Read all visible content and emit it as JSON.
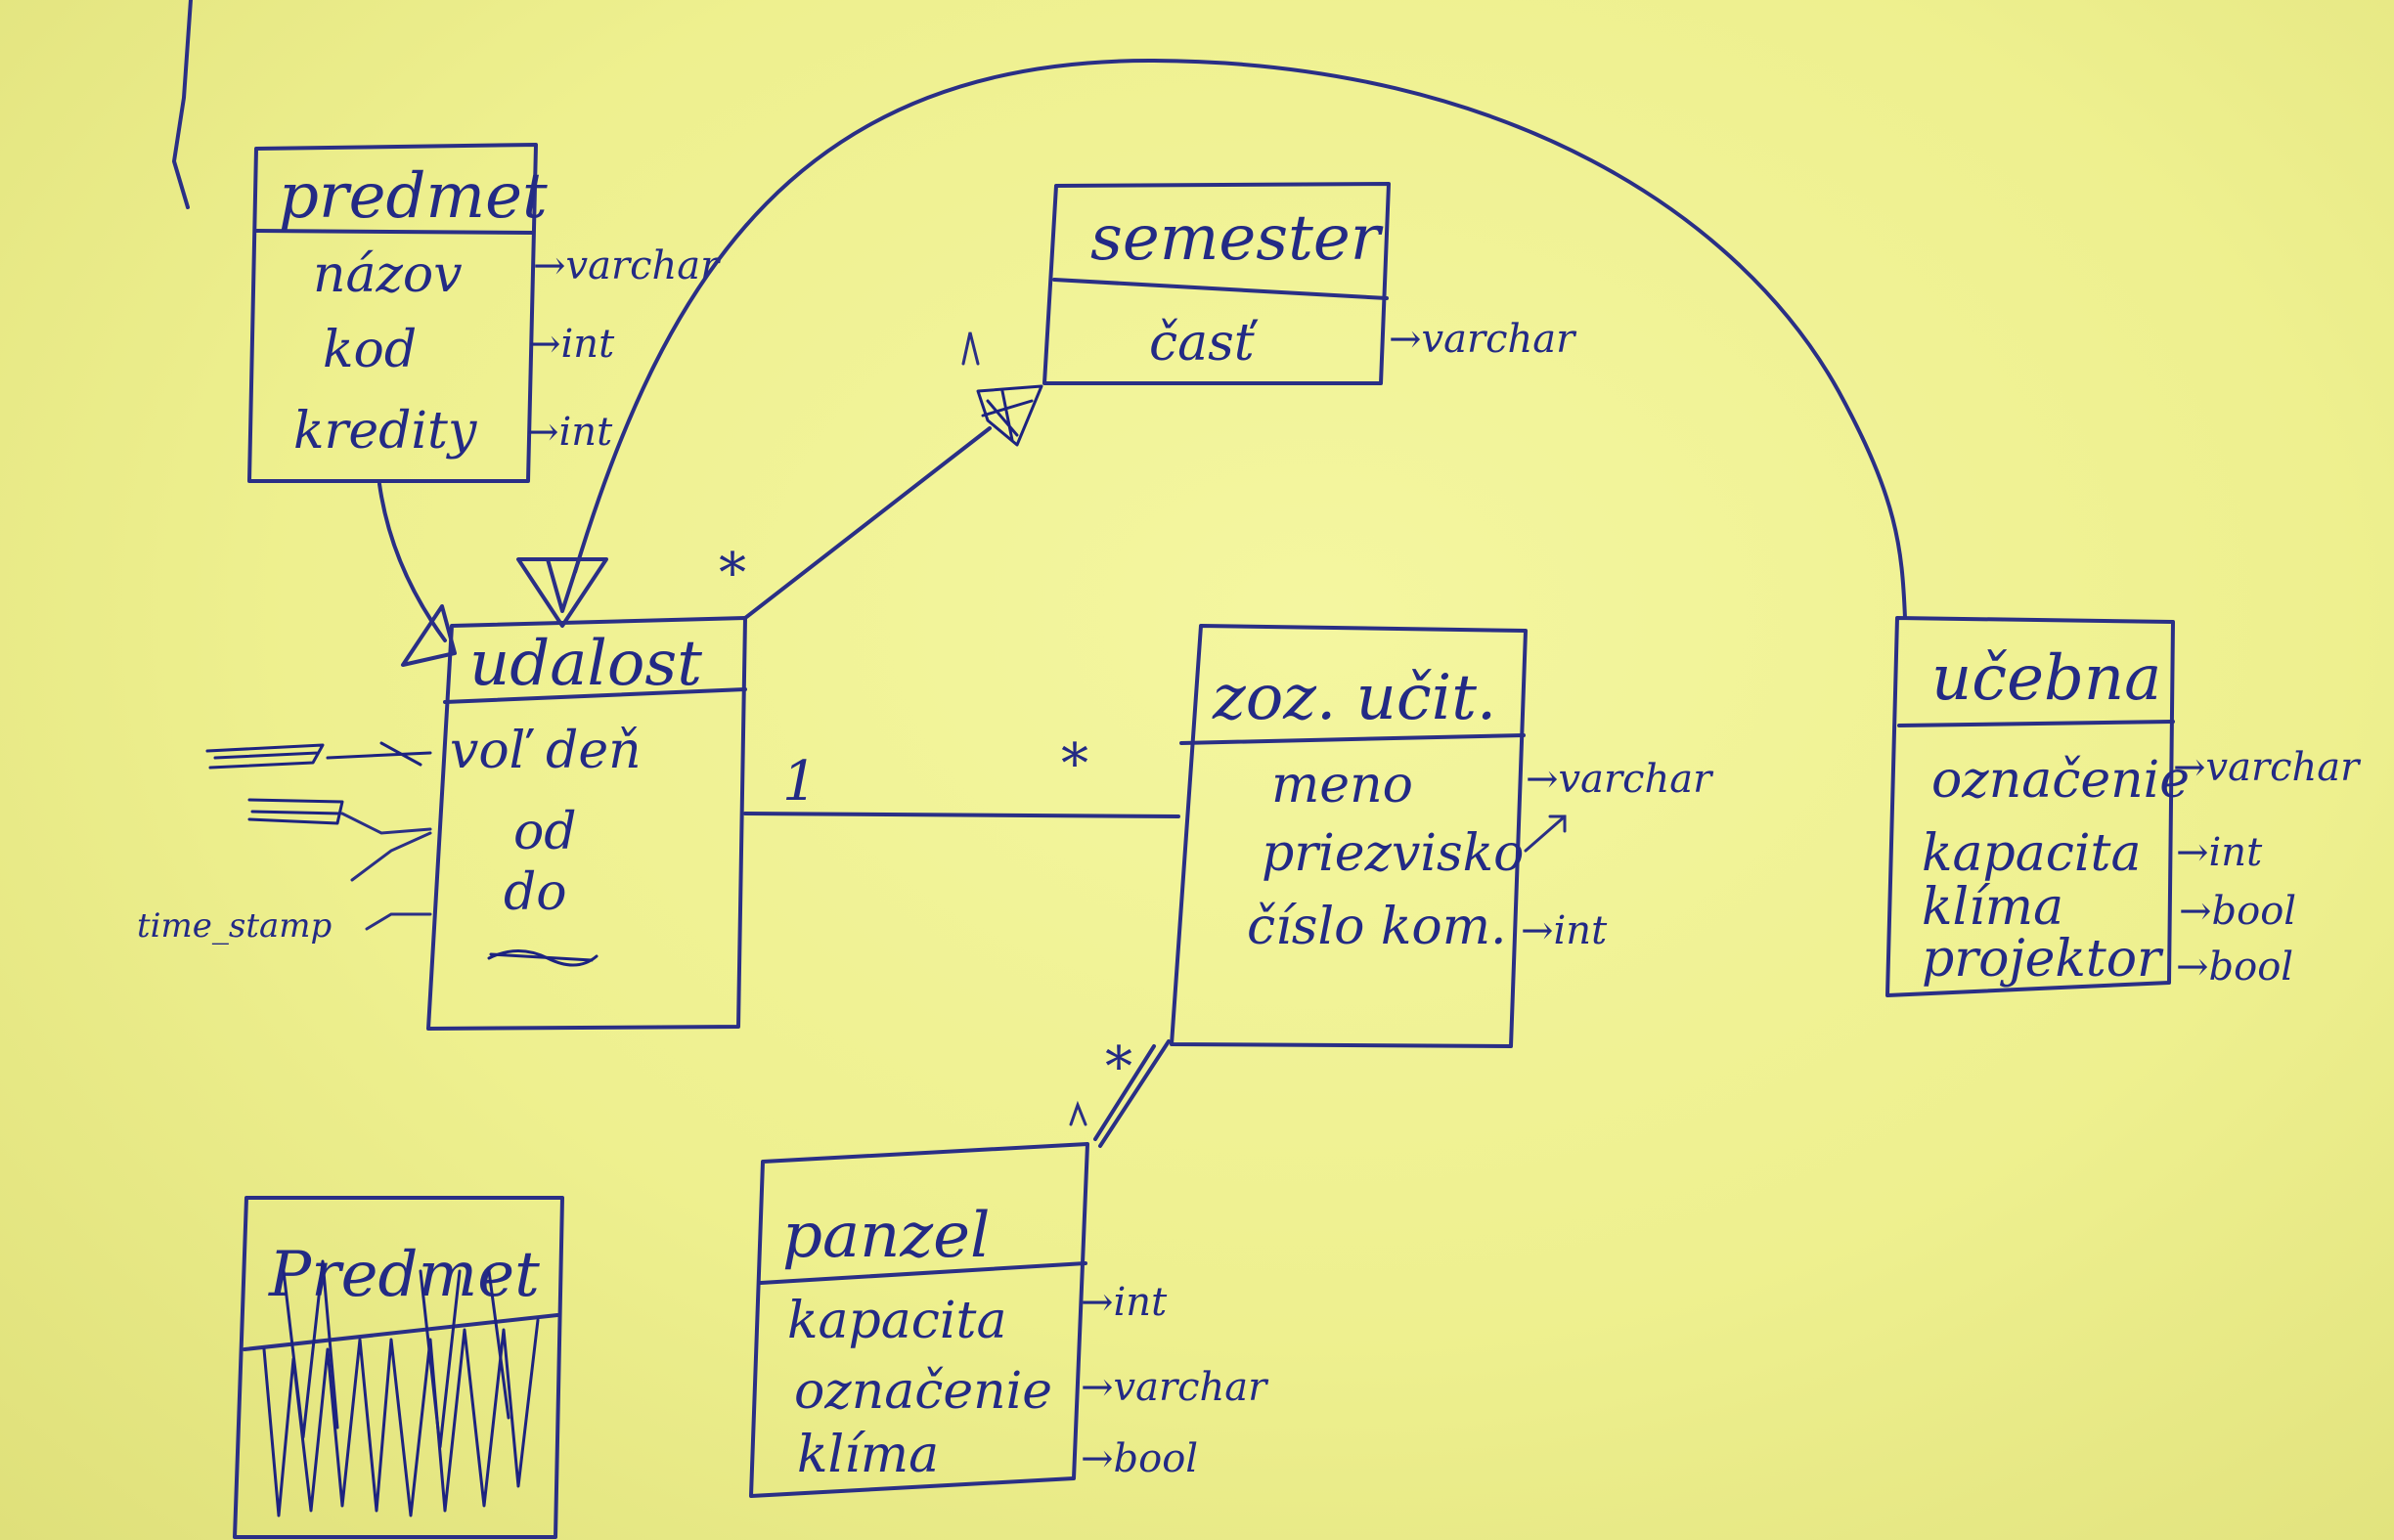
{
  "classes": {
    "predmet": {
      "title": "predmet",
      "attrs": [
        "názov",
        "kod",
        "kredity"
      ],
      "types": [
        "varchar",
        "int",
        "int"
      ]
    },
    "semester": {
      "title": "semester",
      "attrs": [
        "časť"
      ],
      "types": [
        "varchar"
      ]
    },
    "udalost": {
      "title": "udalost",
      "attrs": [
        "voľ deň",
        "od",
        "do"
      ]
    },
    "zoz_ucit": {
      "title": "zoz. učit.",
      "attrs": [
        "meno",
        "priezvisko",
        "číslo kom."
      ],
      "types": [
        "varchar",
        "int"
      ]
    },
    "ucebna": {
      "title": "učebna",
      "attrs": [
        "označenie",
        "kapacita",
        "klíma",
        "projektor"
      ],
      "types": [
        "varchar",
        "int",
        "bool",
        "bool"
      ]
    },
    "panzel": {
      "title": "panzel",
      "attrs": [
        "kapacita",
        "označenie",
        "klíma"
      ],
      "types": [
        "int",
        "varchar",
        "bool"
      ]
    },
    "predmet2": {
      "title": "Predmet"
    }
  },
  "side_labels": {
    "time_stamp": "time_stamp"
  },
  "multiplicities": {
    "udalost_semester_star": "*",
    "udalost_zoz_one": "1",
    "udalost_zoz_star": "*",
    "zoz_panzel_star": "*"
  },
  "colors": {
    "ink": "#2a2f86",
    "paper": "#eef08f"
  }
}
